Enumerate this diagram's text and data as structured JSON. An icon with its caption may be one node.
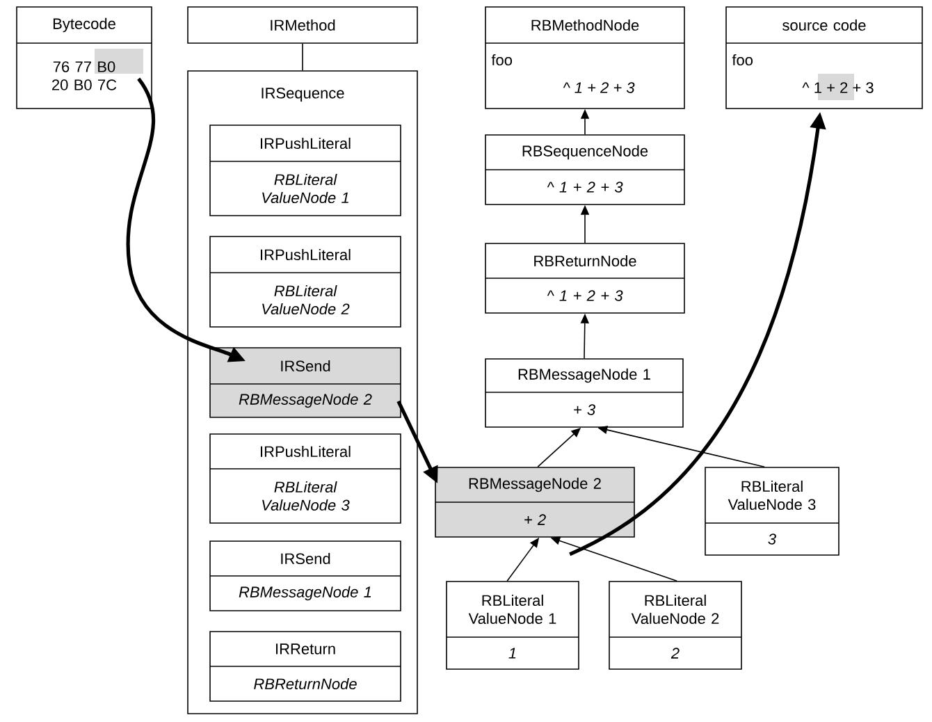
{
  "diagram": {
    "nodes": [
      {
        "text": [
          "Bytecode",
          "76 77 B0 20 B0 7C"
        ]
      },
      {
        "text": [
          "IRMethod"
        ]
      },
      {
        "text": [
          "IRSequence"
        ]
      },
      {
        "text": [
          "IRPushLiteral",
          "RBLiteral ValueNode 1"
        ],
        "in": 2
      },
      {
        "text": [
          "IRPushLiteral",
          "RBLiteral ValueNode 2"
        ],
        "in": 2
      },
      {
        "text": [
          "IRSend",
          "RBMessageNode 2"
        ],
        "in": 2
      },
      {
        "text": [
          "IRPushLiteral",
          "RBLiteral ValueNode 3"
        ],
        "in": 2
      },
      {
        "text": [
          "IRSend",
          "RBMessageNode 1"
        ],
        "in": 2
      },
      {
        "text": [
          "IRReturn",
          "RBReturnNode"
        ],
        "in": 2
      },
      {
        "text": [
          "RBMethodNode",
          "foo",
          "^ 1 + 2 + 3"
        ]
      },
      {
        "text": [
          "source code",
          "foo",
          "^ 1 + 2 + 3"
        ]
      },
      {
        "text": [
          "RBSequenceNode",
          "^ 1 + 2 + 3"
        ]
      },
      {
        "text": [
          "RBReturnNode",
          "^ 1 + 2 + 3"
        ]
      },
      {
        "text": [
          "RBMessageNode 1",
          "+ 3"
        ]
      },
      {
        "text": [
          "RBMessageNode 2",
          "+ 2"
        ]
      },
      {
        "text": [
          "RBLiteral ValueNode 3",
          "3"
        ]
      },
      {
        "text": [
          "RBLiteral ValueNode 1",
          "1"
        ]
      },
      {
        "text": [
          "RBLiteral ValueNode 2",
          "2"
        ]
      }
    ],
    "edges": [
      {
        "from": 1,
        "to": 2,
        "arrow": "none"
      },
      {
        "from": 0,
        "to": 5,
        "arrow": "to",
        "style": "thick"
      },
      {
        "from": 5,
        "to": 14,
        "arrow": "to",
        "style": "thick"
      },
      {
        "from": 14,
        "to": 10,
        "arrow": "to",
        "style": "thick"
      },
      {
        "from": 11,
        "to": 9,
        "arrow": "to"
      },
      {
        "from": 12,
        "to": 11,
        "arrow": "to"
      },
      {
        "from": 13,
        "to": 12,
        "arrow": "to"
      },
      {
        "from": 14,
        "to": 13,
        "arrow": "to"
      },
      {
        "from": 15,
        "to": 13,
        "arrow": "to"
      },
      {
        "from": 16,
        "to": 14,
        "arrow": "to"
      },
      {
        "from": 17,
        "to": 14,
        "arrow": "to"
      }
    ]
  }
}
